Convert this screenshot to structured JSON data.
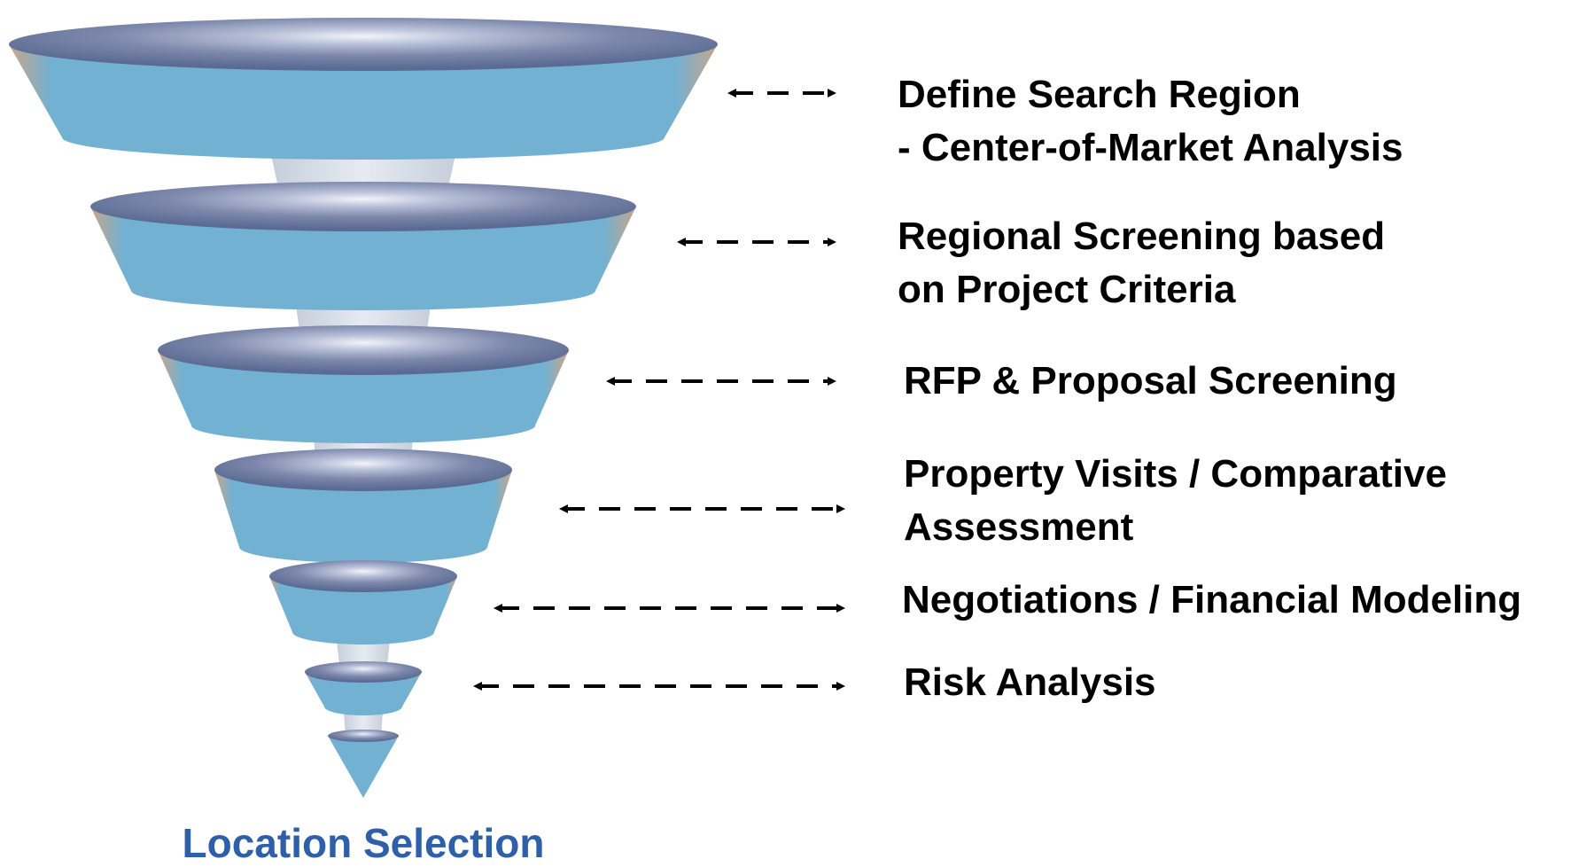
{
  "diagram": {
    "stages": [
      {
        "lines": [
          "Define Search Region",
          "- Center-of-Market Analysis"
        ]
      },
      {
        "lines": [
          "Regional Screening based",
          "on Project Criteria"
        ]
      },
      {
        "lines": [
          "RFP & Proposal Screening"
        ]
      },
      {
        "lines": [
          "Property Visits / Comparative",
          "Assessment"
        ]
      },
      {
        "lines": [
          "Negotiations / Financial Modeling"
        ]
      },
      {
        "lines": [
          "Risk Analysis"
        ]
      }
    ],
    "caption": "Location Selection"
  },
  "colors": {
    "funnel_body": "#72b1d1",
    "funnel_top_dark": "#5a6a92",
    "funnel_top_light": "#f2f4fa",
    "connector": "#d9dfeb",
    "arrow": "#000000",
    "text": "#000000",
    "caption": "#2f5fa8"
  }
}
